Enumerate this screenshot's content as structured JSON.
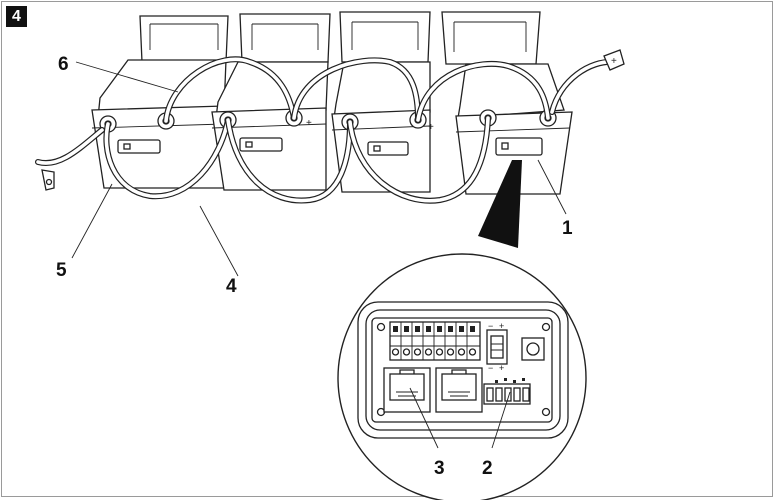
{
  "figure": {
    "number": "4"
  },
  "callouts": [
    {
      "id": "1",
      "text": "1"
    },
    {
      "id": "2",
      "text": "2"
    },
    {
      "id": "3",
      "text": "3"
    },
    {
      "id": "4",
      "text": "4"
    },
    {
      "id": "5",
      "text": "5"
    },
    {
      "id": "6",
      "text": "6"
    }
  ],
  "terminal_marks": {
    "positive": "+",
    "negative": "−"
  },
  "icons": [
    "battery-icon",
    "plus-terminal-icon",
    "minus-terminal-icon",
    "rj-socket-icon",
    "terminal-block-icon",
    "dip-switch-icon",
    "push-button-icon"
  ]
}
